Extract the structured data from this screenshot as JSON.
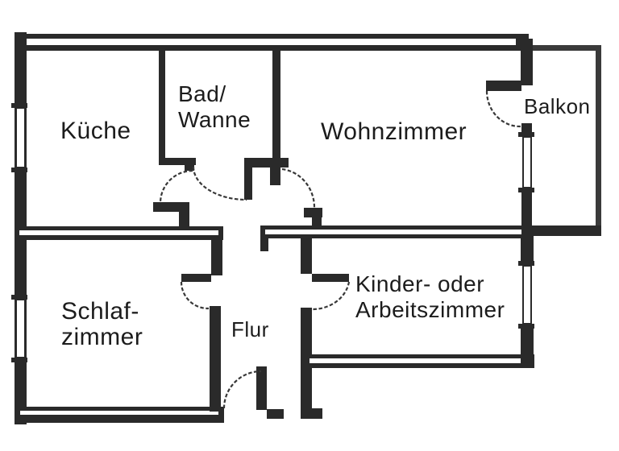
{
  "figure_type": "floor-plan-scan",
  "colors": {
    "paper": "#ffffff",
    "ink": "#2a2a2a"
  },
  "rooms": {
    "kueche": {
      "label": "Küche"
    },
    "bad": {
      "line1": "Bad/",
      "line2": "Wanne"
    },
    "wohnzimmer": {
      "label": "Wohnzimmer"
    },
    "balkon": {
      "label": "Balkon"
    },
    "schlafzimmer": {
      "line1": "Schlaf-",
      "line2": "zimmer"
    },
    "flur": {
      "label": "Flur"
    },
    "kinderzimmer": {
      "line1": "Kinder- oder",
      "line2": "Arbeitszimmer"
    }
  },
  "doors": [
    "kueche-to-flur",
    "bad-to-flur",
    "wohnzimmer-to-flur",
    "wohnzimmer-to-balkon",
    "schlafzimmer-to-flur",
    "kinderzimmer-to-flur",
    "entrance"
  ],
  "windows": [
    "kueche-left-wall",
    "schlafzimmer-left-wall",
    "balkon-divider-wall",
    "kinderzimmer-right-wall"
  ]
}
